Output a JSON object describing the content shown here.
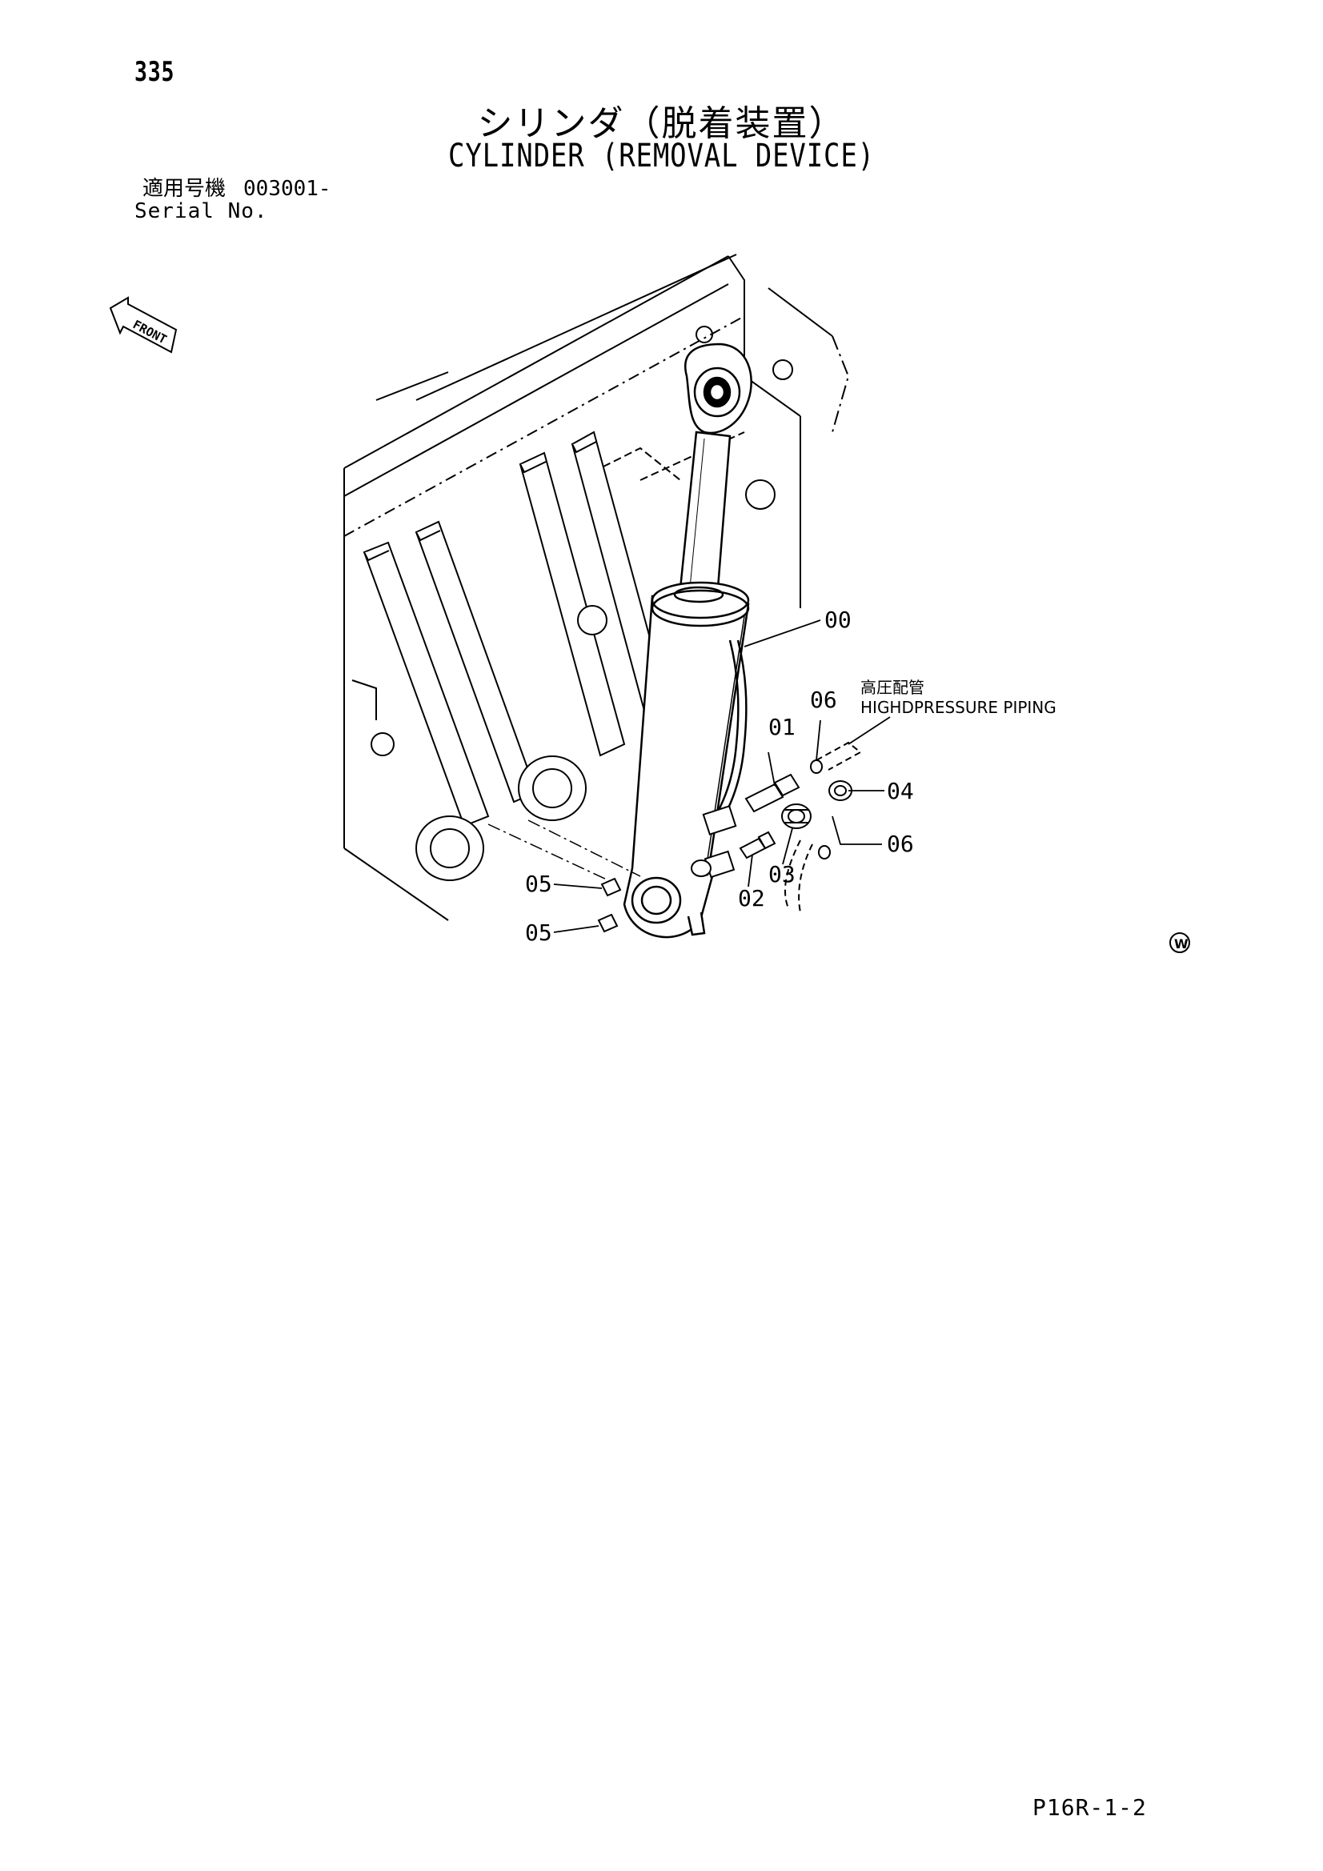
{
  "page_number": "335",
  "title_jp": "シリンダ（脱着装置）",
  "title_en": "CYLINDER (REMOVAL DEVICE)",
  "serial": {
    "label_jp": "適用号機",
    "range": "003001-",
    "label_en": "Serial No."
  },
  "front_label": "FRONT",
  "callouts": {
    "c00": "00",
    "c01": "01",
    "c02": "02",
    "c03": "03",
    "c04": "04",
    "c05a": "05",
    "c05b": "05",
    "c06a": "06",
    "c06b": "06",
    "piping_jp": "高圧配管",
    "piping_en": "HIGHDPRESSURE PIPING"
  },
  "variant_mark": "W",
  "page_ref": "P16R-1-2"
}
